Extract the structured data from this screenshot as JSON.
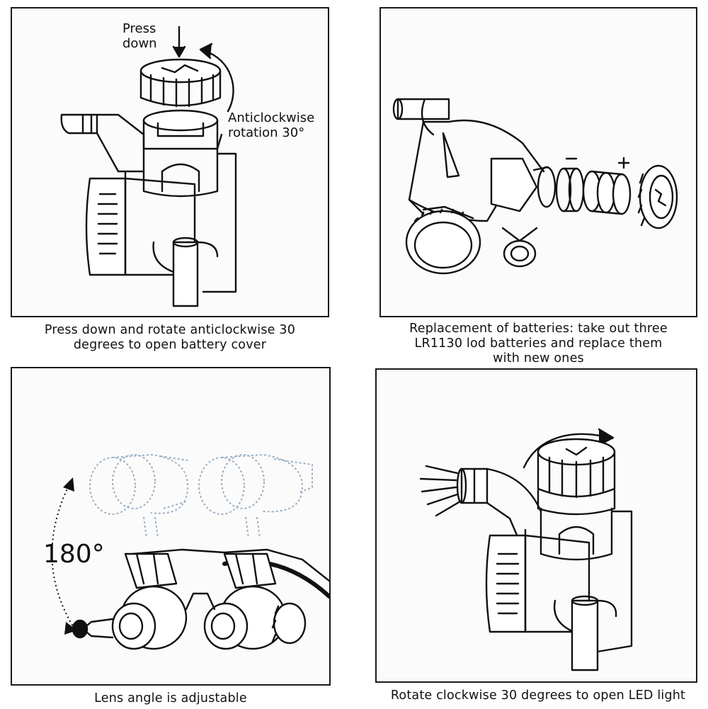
{
  "panels": [
    {
      "labels": {
        "press": "Press\ndown",
        "rotation": "Anticlockwise\nrotation 30°"
      },
      "caption": "Press down and rotate anticlockwise 30\ndegrees to open battery cover"
    },
    {
      "labels": {
        "minus": "−",
        "plus": "+"
      },
      "caption": "Replacement of batteries: take out three\nLR1130 lod batteries and replace them\nwith new ones"
    },
    {
      "labels": {
        "angle": "180°"
      },
      "caption": "Lens angle is adjustable"
    },
    {
      "labels": {},
      "caption": "Rotate clockwise 30 degrees to open LED light"
    }
  ]
}
